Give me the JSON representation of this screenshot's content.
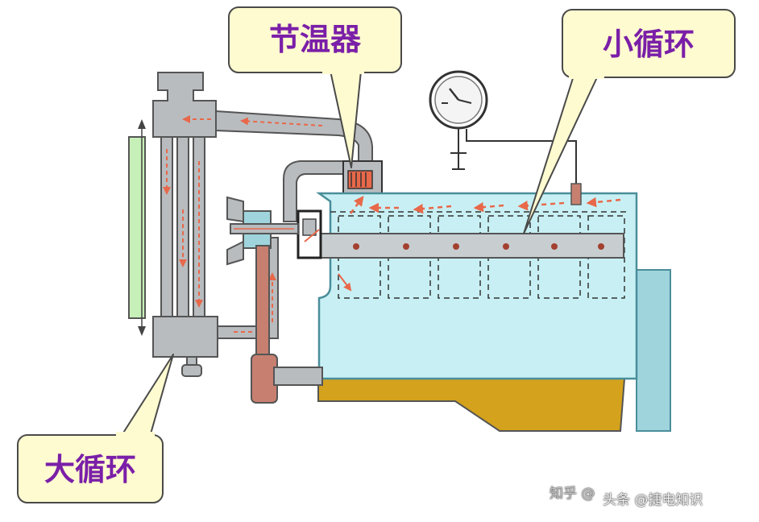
{
  "labels": {
    "thermostat": "节温器",
    "small_circulation": "小循环",
    "large_circulation": "大循环"
  },
  "watermarks": {
    "zhihu": "知乎 @",
    "toutiao": "头条 @捷电知识"
  },
  "colors": {
    "callout_fill": "#fffbd0",
    "callout_border": "#4a4a4a",
    "callout_text": "#7a1fa8",
    "engine_block": "#c8f0f4",
    "engine_outline": "#4a8e9a",
    "oil_pan": "#d4a21c",
    "metal_gray": "#b8bcbf",
    "radiator_fin": "#c7f0b8",
    "flow_arrow": "#e8684a",
    "flywheel_housing": "#9fd4dc"
  },
  "icons": {
    "temperature_gauge": "gauge-icon",
    "flow_arrows": "flow-arrow-icon"
  }
}
